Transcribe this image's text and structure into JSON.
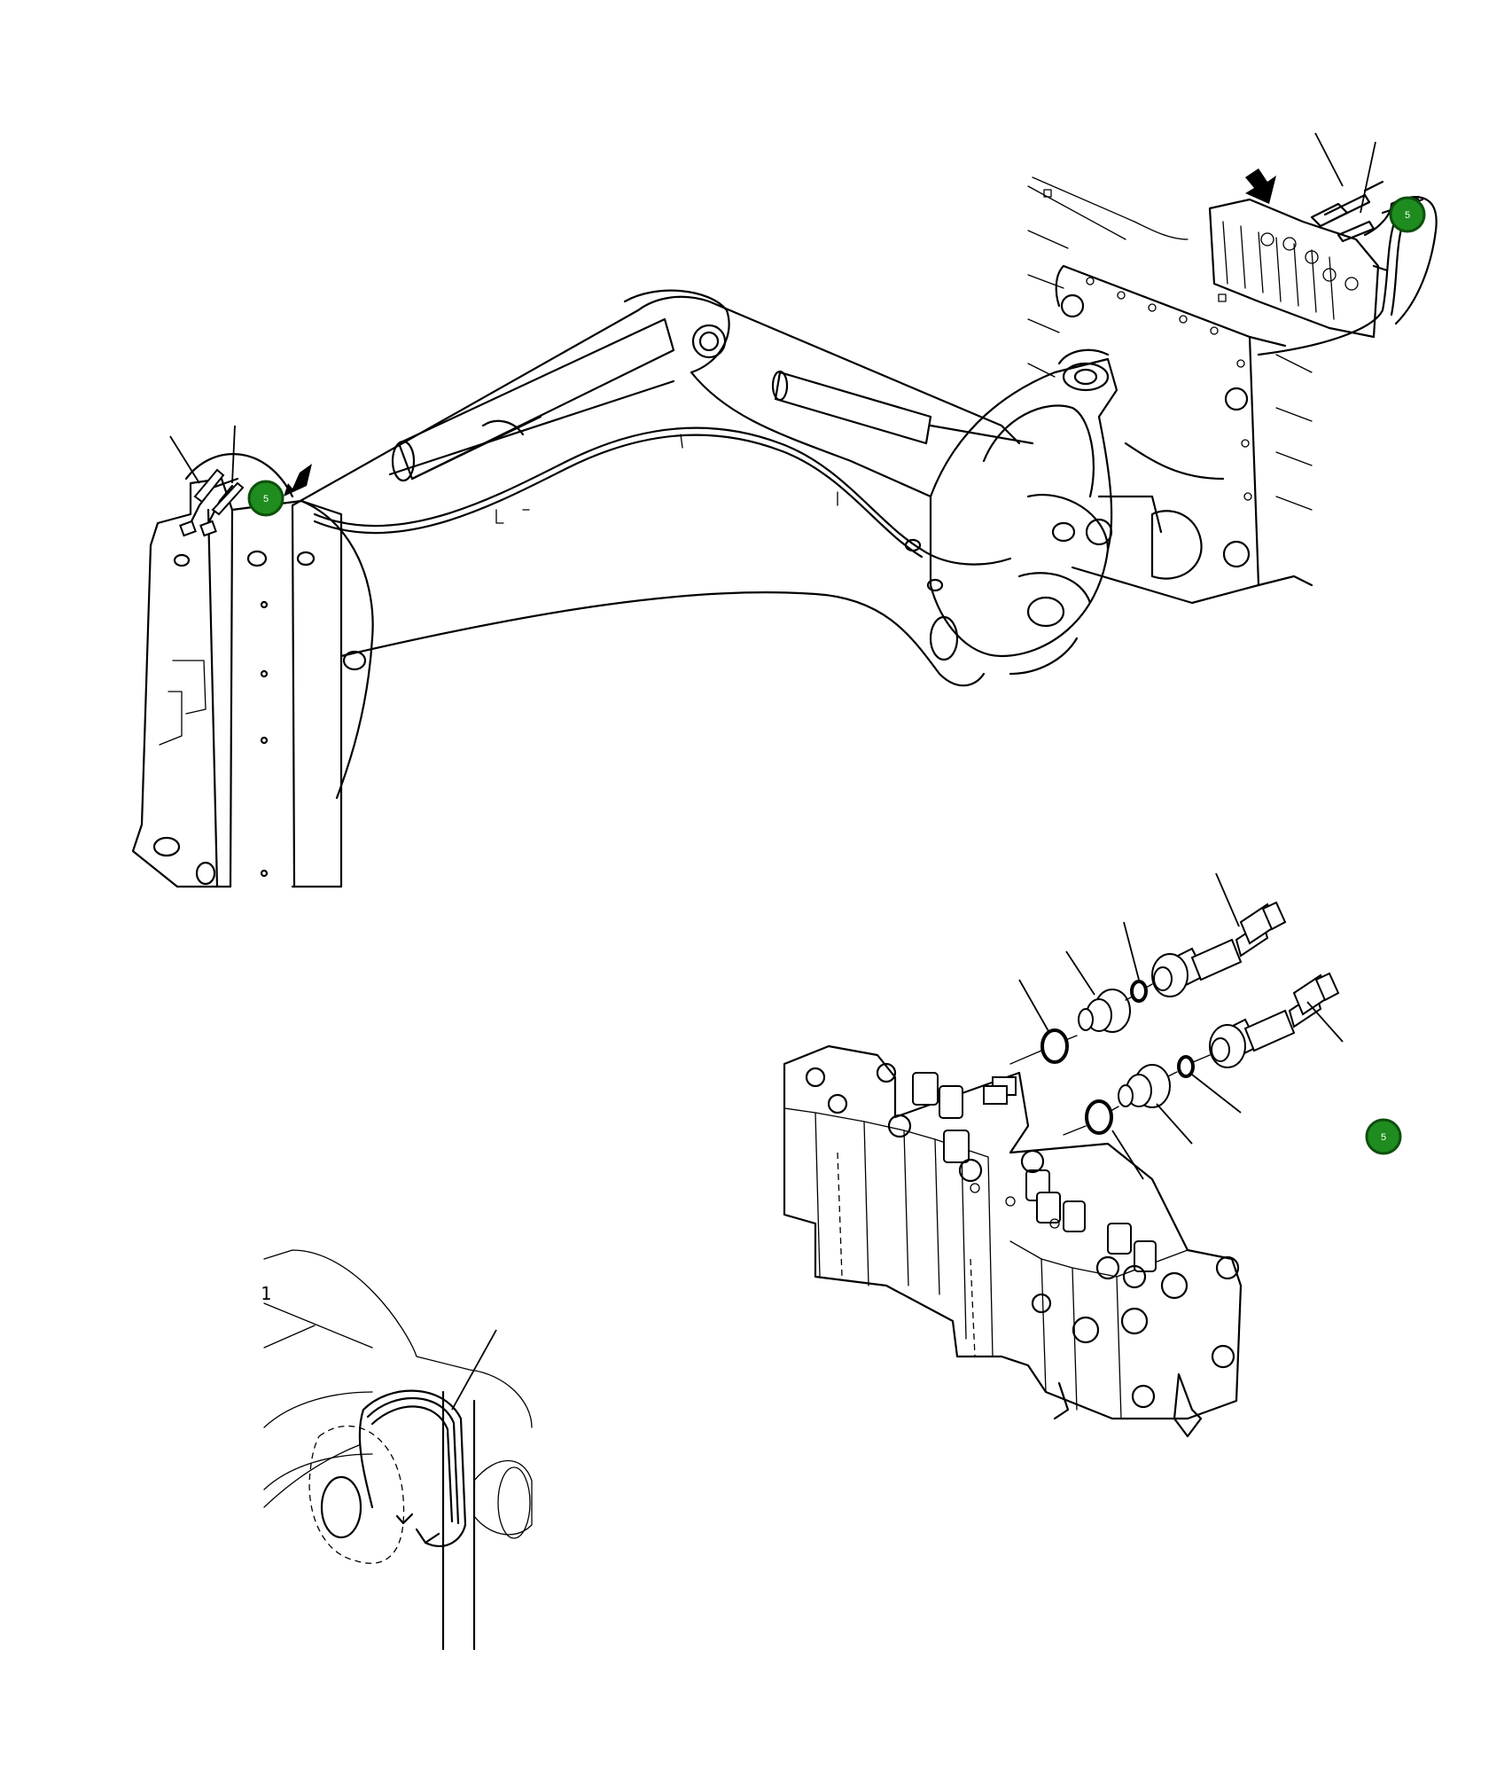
{
  "callouts": [
    {
      "label": "5",
      "color": "#1e8c1e"
    },
    {
      "label": "5",
      "color": "#1e8c1e"
    },
    {
      "label": "5",
      "color": "#1e8c1e"
    }
  ],
  "detail_marker": "1",
  "colors": {
    "callout_fill": "#1e8c1e",
    "callout_stroke": "#0d4f0d",
    "line": "#000000"
  },
  "icons": [
    "arrow-down-icon",
    "arrow-down-icon"
  ]
}
